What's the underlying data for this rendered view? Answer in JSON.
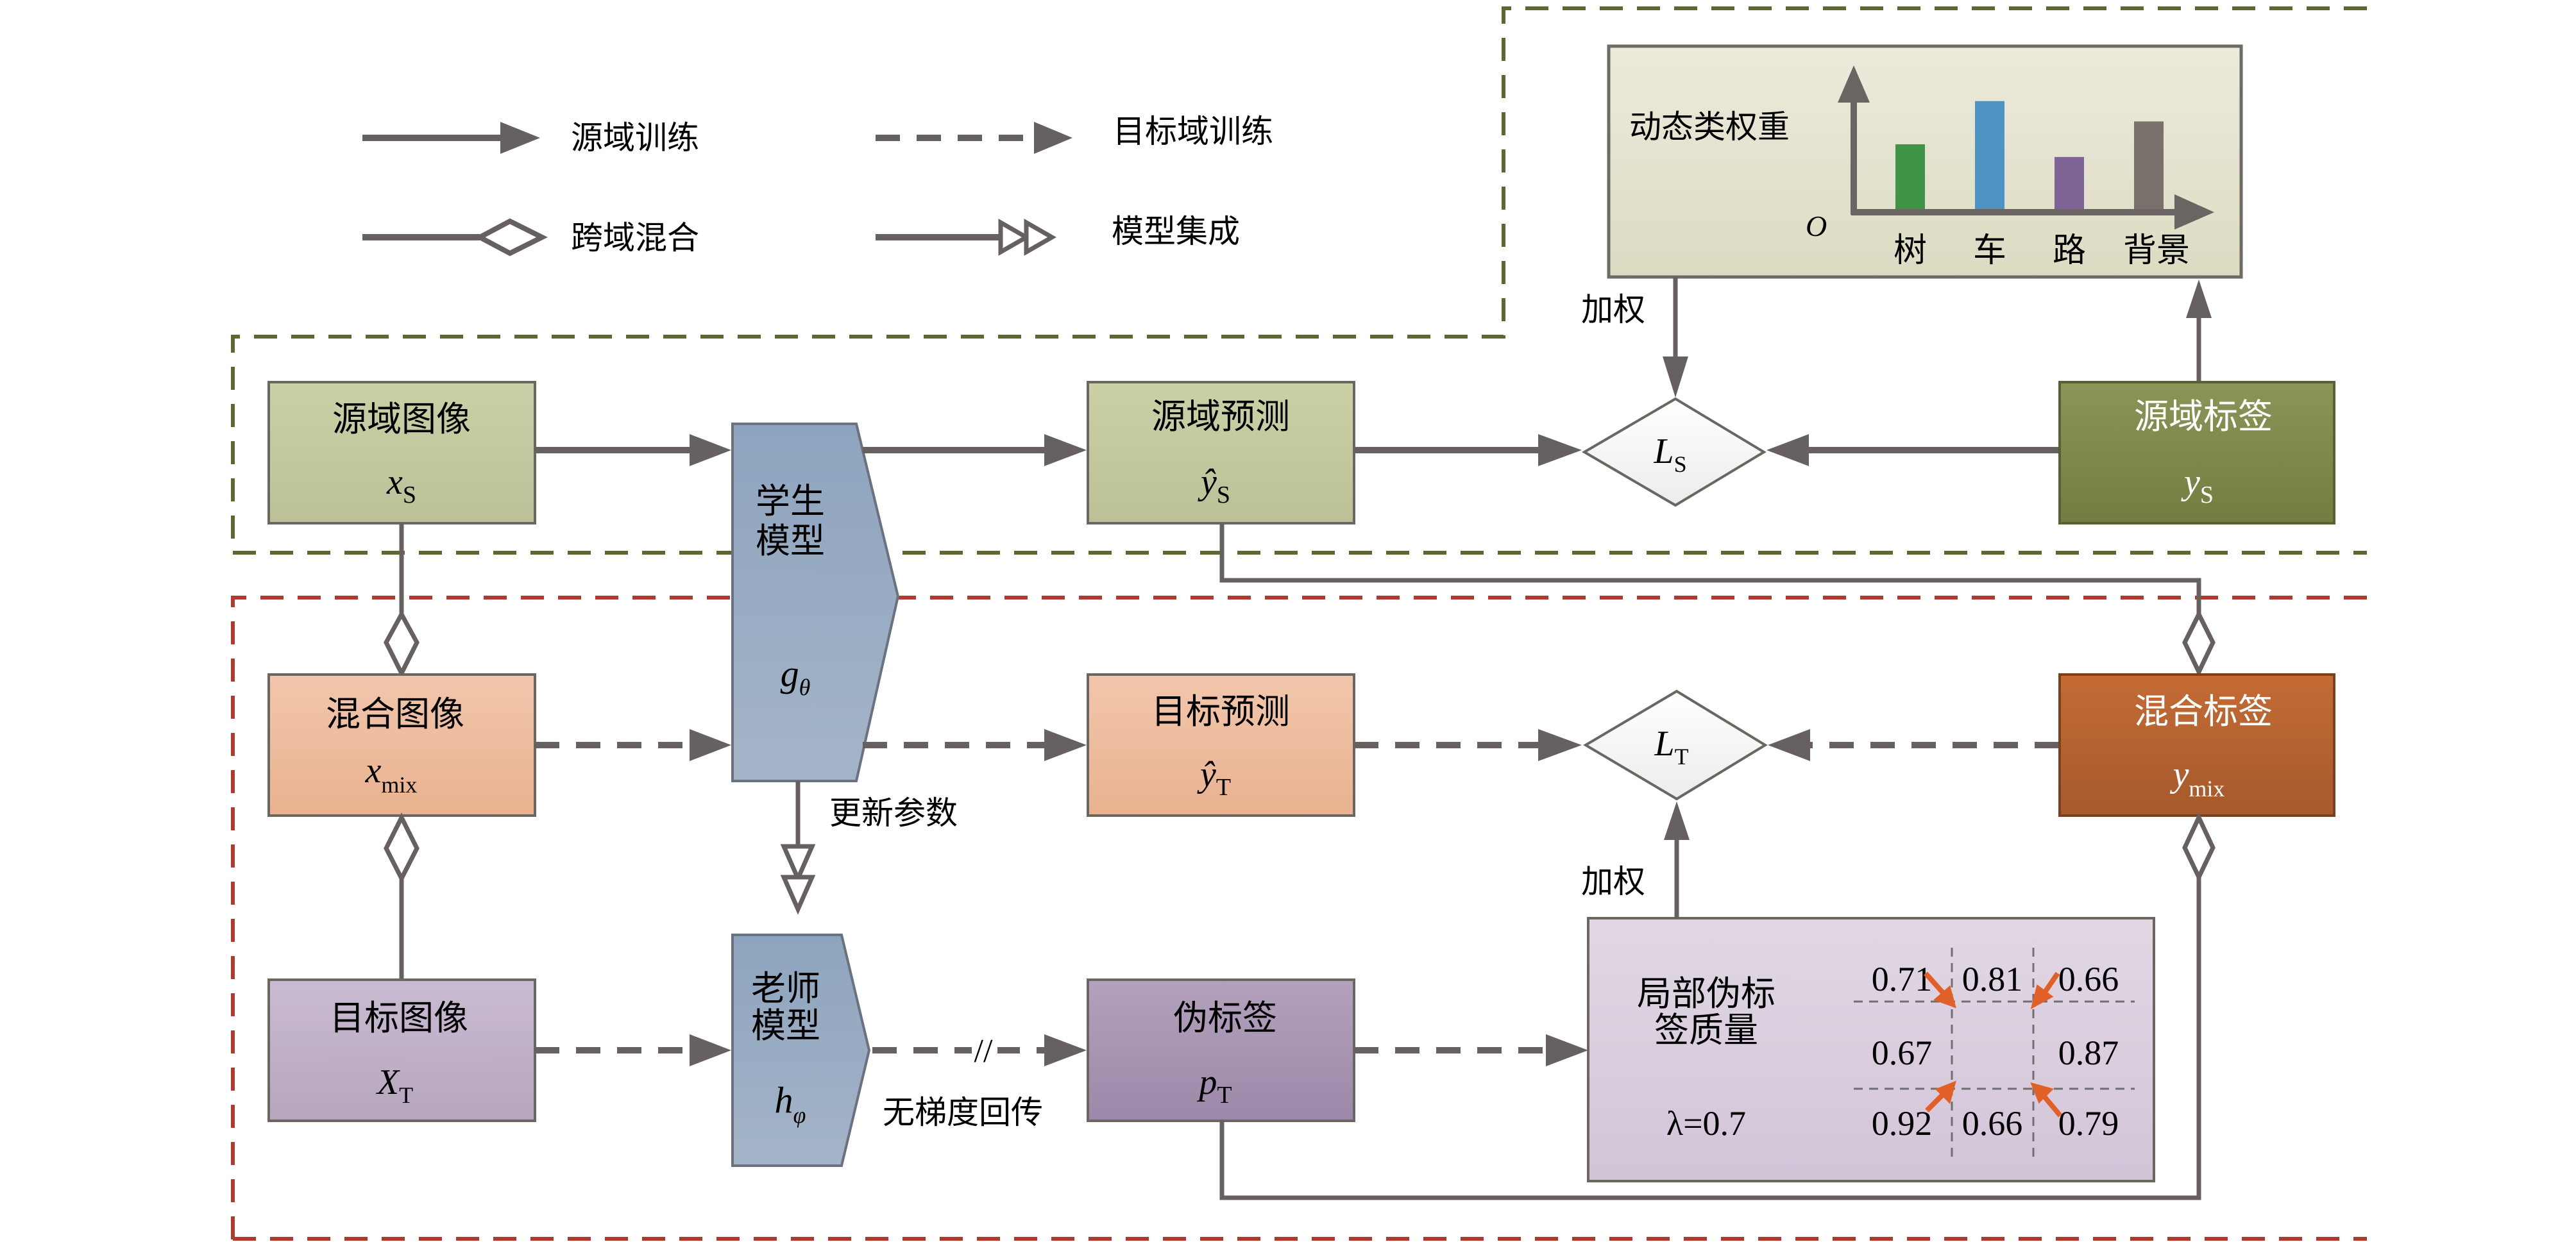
{
  "legend": {
    "source_training": "源域训练",
    "target_training": "目标域训练",
    "cross_domain_mix": "跨域混合",
    "model_ensemble": "模型集成"
  },
  "nodes": {
    "source_image": {
      "title": "源域图像",
      "symbol": "x",
      "subscript": "S"
    },
    "mixed_image": {
      "title": "混合图像",
      "symbol": "x",
      "subscript": "mix"
    },
    "target_image": {
      "title": "目标图像",
      "symbol": "X",
      "subscript": "T"
    },
    "student_model": {
      "title_line1": "学生",
      "title_line2": "模型",
      "symbol": "g",
      "subscript": "θ"
    },
    "teacher_model": {
      "title_line1": "老师",
      "title_line2": "模型",
      "symbol": "h",
      "subscript": "φ"
    },
    "source_prediction": {
      "title": "源域预测",
      "symbol": "ŷ",
      "subscript": "S"
    },
    "target_prediction": {
      "title": "目标预测",
      "symbol": "ŷ",
      "subscript": "T"
    },
    "pseudo_label": {
      "title": "伪标签",
      "symbol": "p",
      "subscript": "T"
    },
    "source_label": {
      "title": "源域标签",
      "symbol": "y",
      "subscript": "S"
    },
    "mixed_label": {
      "title": "混合标签",
      "symbol": "y",
      "subscript": "mix"
    },
    "loss_source": {
      "symbol": "L",
      "subscript": "S"
    },
    "loss_target": {
      "symbol": "L",
      "subscript": "T"
    }
  },
  "edge_labels": {
    "weight_top": "加权",
    "weight_bottom": "加权",
    "update_params": "更新参数",
    "no_grad": "无梯度回传",
    "stop_grad_mark": "//"
  },
  "quality_panel": {
    "title_line1": "局部伪标",
    "title_line2": "签质量",
    "lambda_label": "λ=0.7",
    "grid": [
      [
        "0.71",
        "0.81",
        "0.66"
      ],
      [
        "0.67",
        "",
        "0.87"
      ],
      [
        "0.92",
        "0.66",
        "0.79"
      ]
    ]
  },
  "colors": {
    "green_region": "#5f6630",
    "red_region": "#b03a2e",
    "arrow": "#666060",
    "source_box": "#c3c9a0",
    "mixed_box": "#f0bca0",
    "target_box": "#c2b2cc",
    "model_box": "#95a8c0",
    "source_label_box": "#7f8a4a",
    "mixed_label_box": "#b8622f",
    "pseudo_box": "#a992b0",
    "quality_box": "#dcd0e0",
    "chart_panel": "#e6e6d0",
    "highlight_arrow": "#e06028"
  },
  "chart_data": {
    "type": "bar",
    "title": "动态类权重",
    "categories": [
      "树",
      "车",
      "路",
      "背景"
    ],
    "values": [
      0.52,
      0.86,
      0.42,
      0.7
    ],
    "colors": [
      "#3f9448",
      "#4d93c4",
      "#7f6296",
      "#7a706c"
    ],
    "origin_label": "O",
    "xlabel": "",
    "ylabel": "",
    "ylim": [
      0,
      1
    ],
    "grid": false,
    "note": "schematic bars, no numeric axis ticks"
  }
}
